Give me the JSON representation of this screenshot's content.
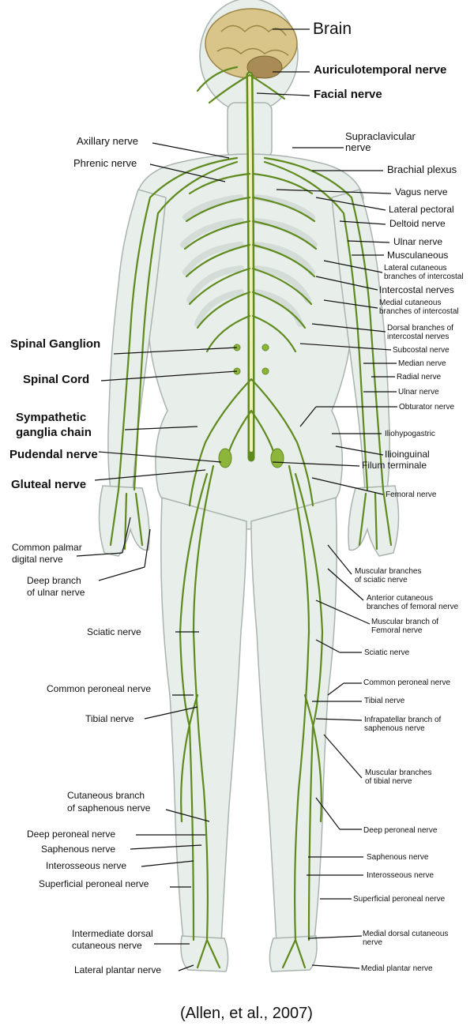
{
  "title": "Brain",
  "caption": "(Allen, et al., 2007)",
  "labels": {
    "brain": "Brain",
    "auriculotemporal": "Auriculotemporal nerve",
    "facial": "Facial nerve",
    "axillary": "Axillary nerve",
    "phrenic": "Phrenic nerve",
    "supraclavicular": "Supraclavicular\nnerve",
    "brachial_plexus": "Brachial plexus",
    "vagus": "Vagus nerve",
    "lateral_pectoral": "Lateral pectoral",
    "deltoid": "Deltoid nerve",
    "ulnar_upper": "Ulnar nerve",
    "musculaneous": "Musculaneous",
    "lateral_cutaneous": "Lateral cutaneous\nbranches of intercostal",
    "intercostal": "Intercostal nerves",
    "medial_cutaneous": "Medial cutaneous\nbranches of intercostal",
    "dorsal_branches": "Dorsal branches of\nintercostal nerves",
    "subcostal": "Subcostal nerve",
    "median": "Median nerve",
    "radial": "Radial nerve",
    "ulnar_lower": "Ulnar nerve",
    "obturator": "Obturator nerve",
    "iliohypogastric": "Iliohypogastric",
    "ilioinguinal": "Ilioinguinal",
    "filum": "Filum terminale",
    "femoral": "Femoral nerve",
    "spinal_ganglion": "Spinal Ganglion",
    "spinal_cord": "Spinal Cord",
    "sympathetic": "Sympathetic\nganglia chain",
    "pudendal": "Pudendal nerve",
    "gluteal": "Gluteal nerve",
    "common_palmar": "Common palmar\ndigital nerve",
    "deep_branch_ulnar": "Deep branch\nof ulnar nerve",
    "muscular_sciatic": "Muscular branches\nof sciatic nerve",
    "anterior_cutaneous": "Anterior cutaneous\nbranches of femoral nerve",
    "muscular_femoral": "Muscular branch of\nFemoral nerve",
    "sciatic_left": "Sciatic nerve",
    "sciatic_right": "Sciatic nerve",
    "common_peroneal_left": "Common peroneal nerve",
    "common_peroneal_right": "Common peroneal nerve",
    "tibial_left": "Tibial nerve",
    "tibial_right": "Tibial nerve",
    "infrapatellar": "Infrapatellar branch of\nsaphenous nerve",
    "muscular_tibial": "Muscular branches\nof tibial nerve",
    "cutaneous_saphenous": "Cutaneous branch\nof saphenous nerve",
    "deep_peroneal_left": "Deep peroneal nerve",
    "deep_peroneal_right": "Deep peroneal nerve",
    "saphenous_left": "Saphenous nerve",
    "saphenous_right": "Saphenous nerve",
    "interosseous_left": "Interosseous nerve",
    "interosseous_right": "Interosseous nerve",
    "superficial_peroneal_left": "Superficial peroneal nerve",
    "superficial_peroneal_right": "Superficial peroneal nerve",
    "intermediate_dorsal": "Intermediate dorsal\ncutaneous nerve",
    "medial_dorsal": "Medial dorsal cutaneous\nnerve",
    "lateral_plantar": "Lateral plantar nerve",
    "medial_plantar": "Medial plantar nerve"
  },
  "colors": {
    "nerve": "#5f8a1e",
    "nerve_light": "#8db53c",
    "body_fill": "#e8eeea",
    "body_stroke": "#a9b4ae",
    "cord": "#f1eeb8",
    "brain": "#d9c58a",
    "leader": "#111111"
  }
}
